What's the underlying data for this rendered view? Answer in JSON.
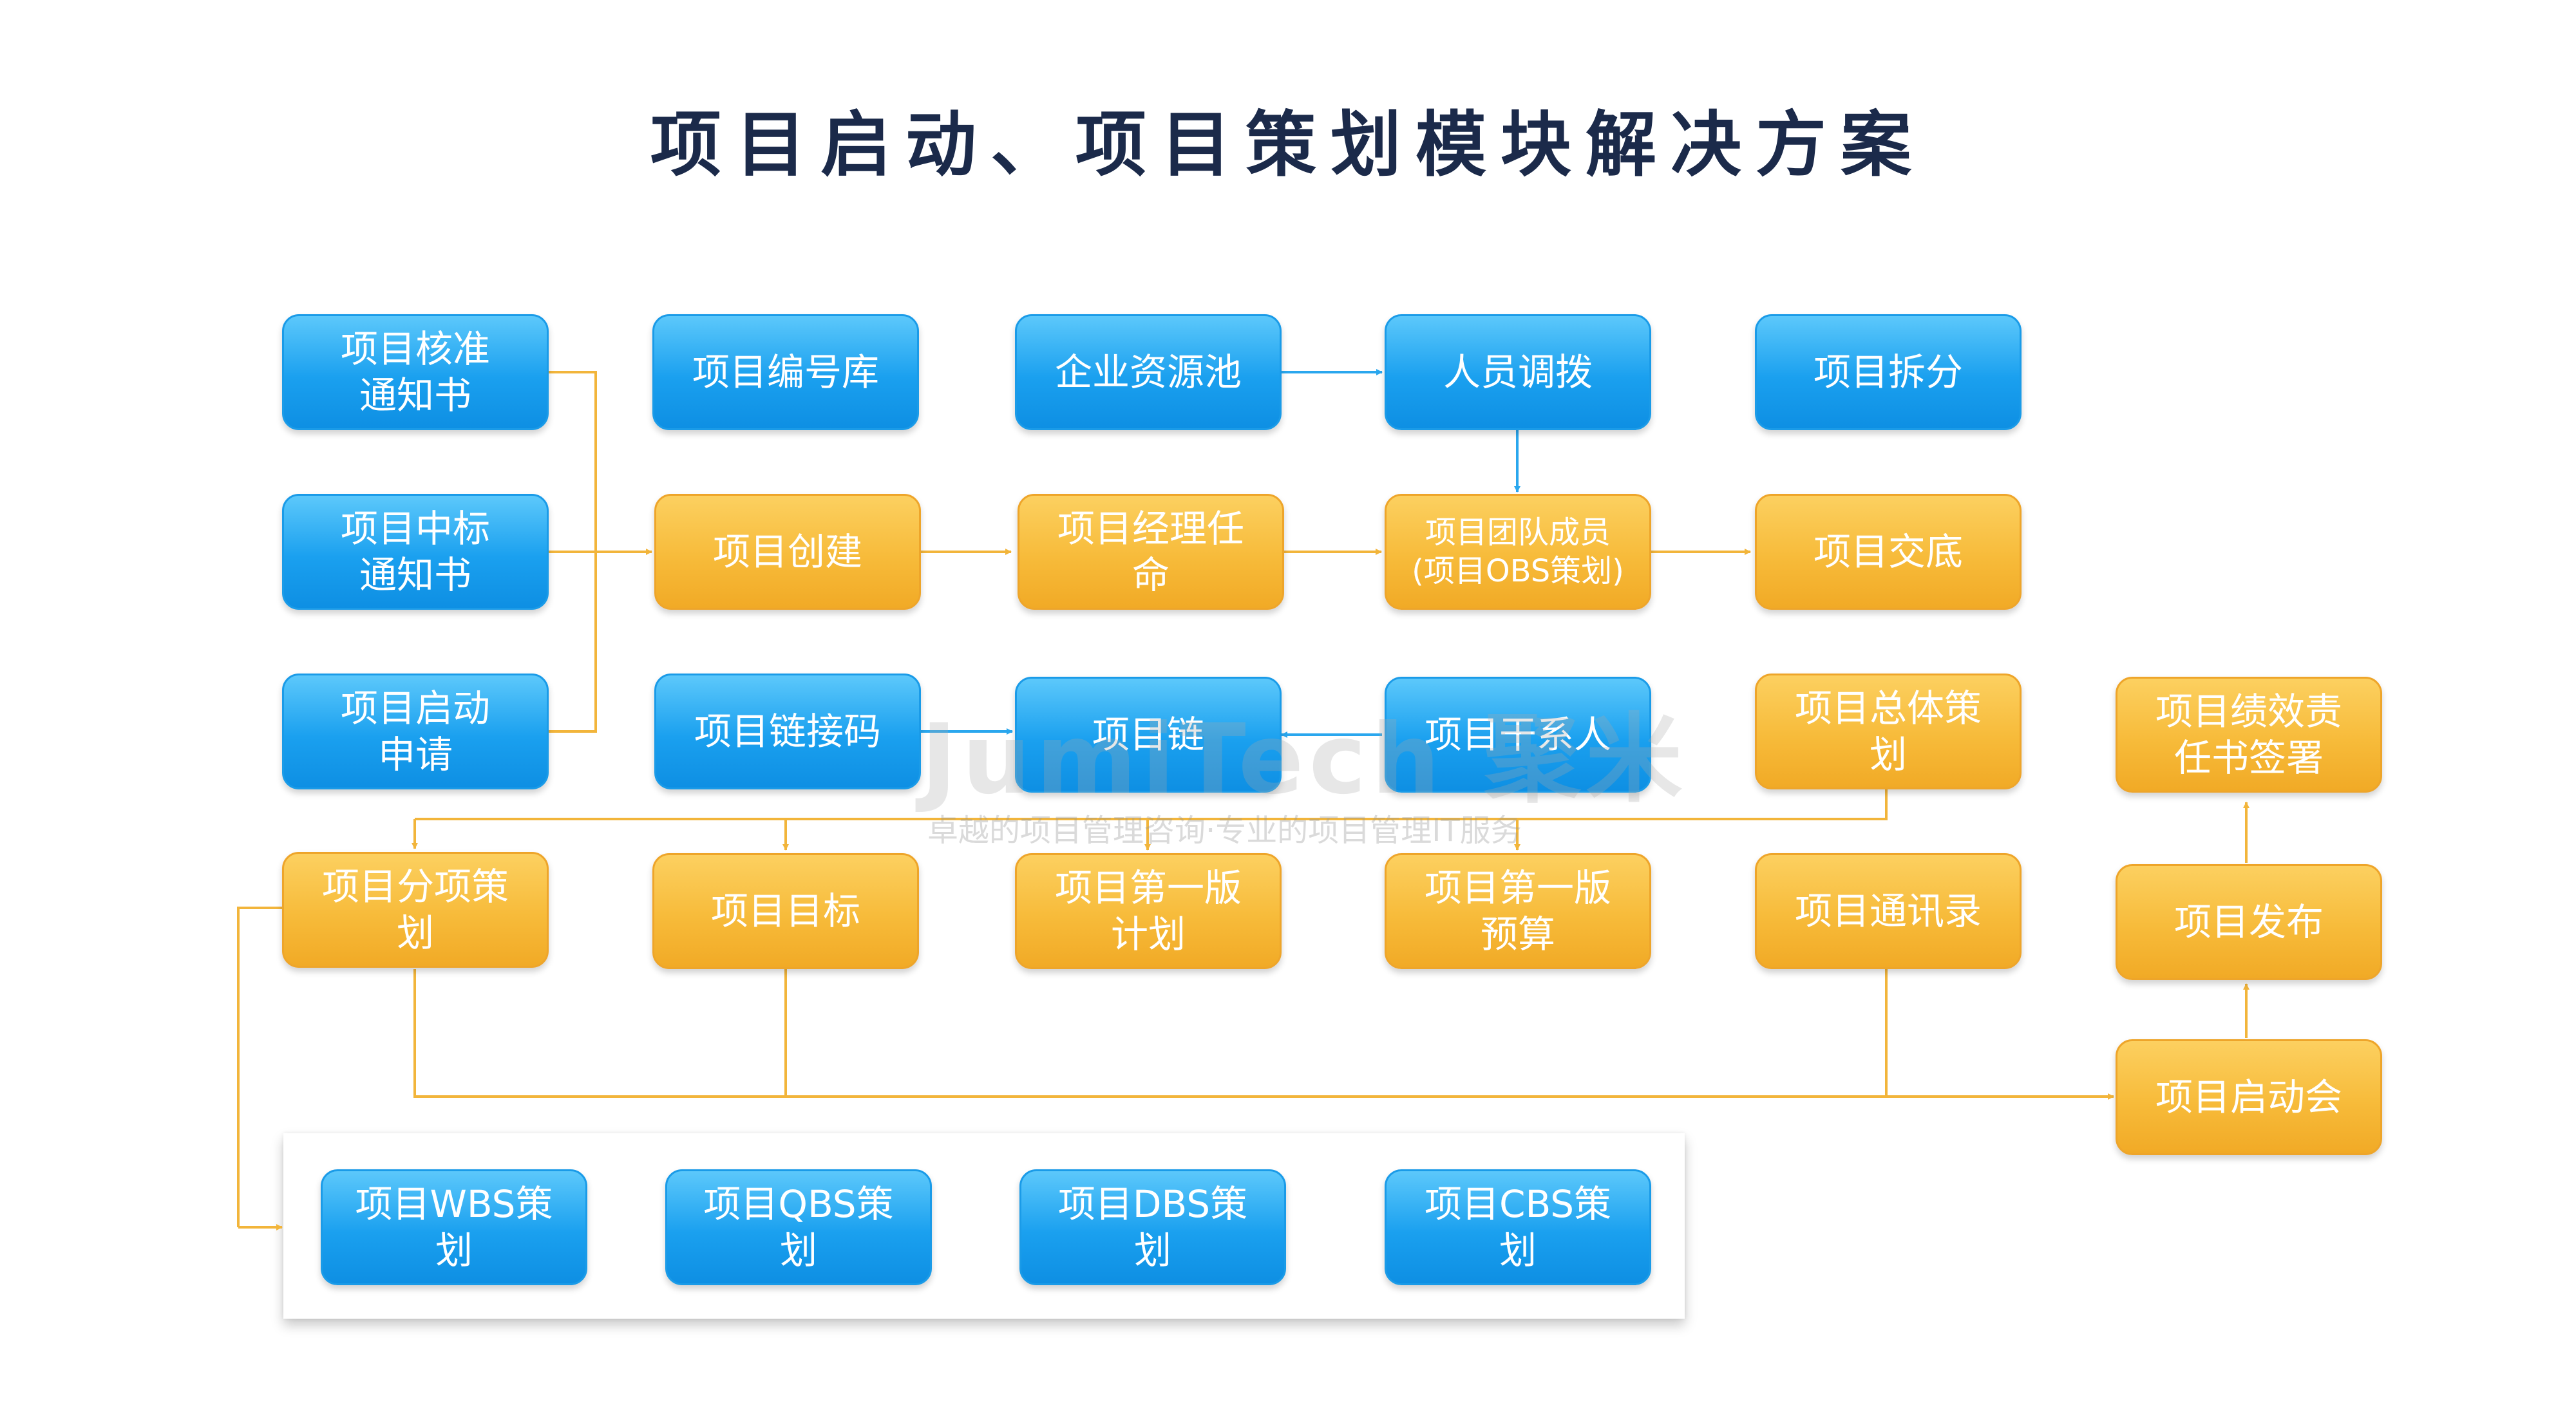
{
  "title": "项目启动、项目策划模块解决方案",
  "watermark": {
    "brand": "JumiTech 聚米",
    "tagline": "卓越的项目管理咨询·专业的项目管理IT服务"
  },
  "colors": {
    "blue": "#1aa0ef",
    "orange": "#f7bb3a",
    "connector_blue": "#2aa7ee",
    "connector_orange": "#f2b53b",
    "title": "#1b2a4a"
  },
  "nodes": {
    "hezhun": "项目核准\n通知书",
    "zhongbiao": "项目中标\n通知书",
    "qidong_shenqing": "项目启动\n申请",
    "bianhaoku": "项目编号库",
    "chuangjian": "项目创建",
    "lianjiema": "项目链接码",
    "ziyuanchi": "企业资源池",
    "jingli_renming": "项目经理任\n命",
    "xiangmulian": "项目链",
    "renyuan_diaobo": "人员调拨",
    "tuandui": "项目团队成员\n(项目OBS策划)",
    "ganxiren": "项目干系人",
    "chaifen": "项目拆分",
    "jiaodi": "项目交底",
    "zongti_cehua": "项目总体策\n划",
    "jixiao": "项目绩效责\n任书签署",
    "fenxiang_cehua": "项目分项策\n划",
    "mubiao": "项目目标",
    "diyiban_jihua": "项目第一版\n计划",
    "diyiban_yusuan": "项目第一版\n预算",
    "tongxunlu": "项目通讯录",
    "fabu": "项目发布",
    "qidonghui": "项目启动会",
    "wbs": "项目WBS策\n划",
    "qbs": "项目QBS策\n划",
    "dbs": "项目DBS策\n划",
    "cbs": "项目CBS策\n划"
  }
}
